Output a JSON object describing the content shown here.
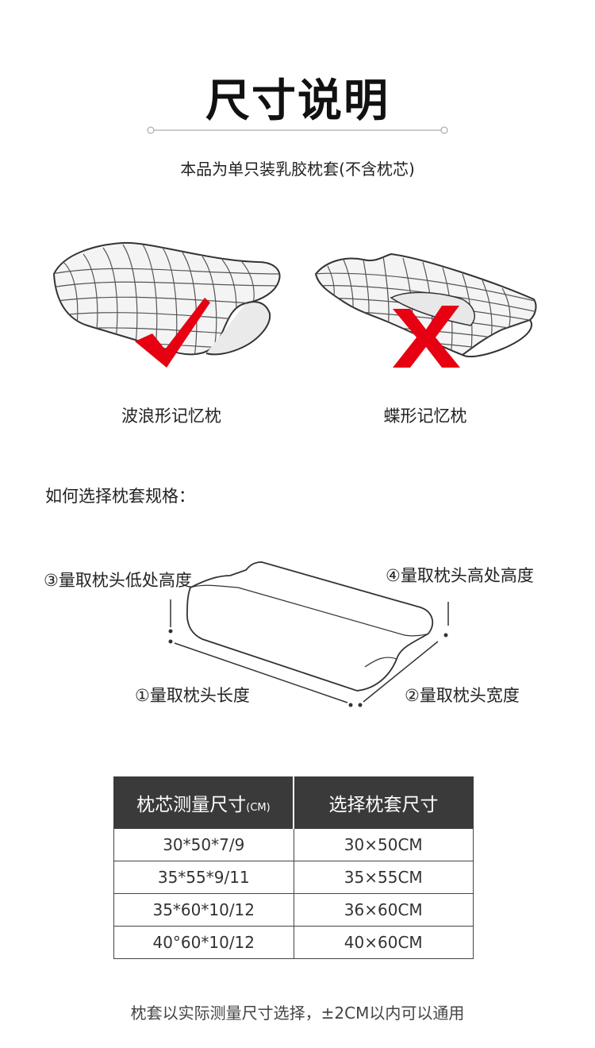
{
  "header": {
    "title": "尺寸说明",
    "subtitle": "本品为单只装乳胶枕套(不含枕芯)"
  },
  "pillows": {
    "wave": {
      "label": "波浪形记忆枕",
      "mark": "check-icon",
      "mark_color": "#e60012"
    },
    "butterfly": {
      "label": "蝶形记忆枕",
      "mark": "cross-icon",
      "mark_color": "#e60012"
    }
  },
  "measure": {
    "heading": "如何选择枕套规格：",
    "low_height": "③量取枕头低处高度",
    "high_height": "④量取枕头高处高度",
    "length": "①量取枕头长度",
    "width": "②量取枕头宽度"
  },
  "size_table": {
    "header_core": "枕芯测量尺寸",
    "header_core_unit": "(CM)",
    "header_cover": "选择枕套尺寸",
    "header_bg": "#3a3a3a",
    "rows": [
      {
        "core": "30*50*7/9",
        "cover": "30×50CM"
      },
      {
        "core": "35*55*9/11",
        "cover": "35×55CM"
      },
      {
        "core": "35*60*10/12",
        "cover": "36×60CM"
      },
      {
        "core": "40°60*10/12",
        "cover": "40×60CM"
      }
    ]
  },
  "footnote": "枕套以实际测量尺寸选择，±2CM以内可以通用"
}
